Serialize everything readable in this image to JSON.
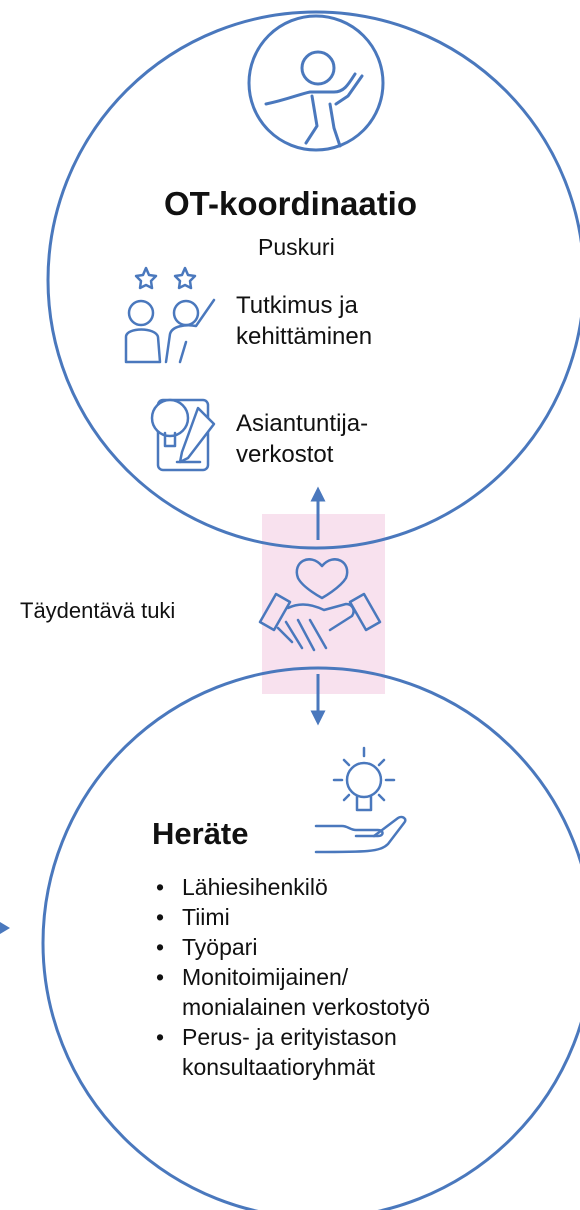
{
  "colors": {
    "circle_stroke": "#4a78bd",
    "icon_stroke": "#4a78bd",
    "connector_band": "#f8e1ee",
    "text": "#111111"
  },
  "top_circle": {
    "icon": "person-waving-icon",
    "title": "OT-koordinaatio",
    "subtitle": "Puskuri",
    "items": [
      {
        "icon": "team-stars-icon",
        "line1": "Tutkimus ja",
        "line2": "kehittäminen"
      },
      {
        "icon": "idea-tablet-icon",
        "line1": "Asiantuntija-",
        "line2": "verkostot"
      }
    ]
  },
  "connector": {
    "icon": "handshake-heart-icon",
    "label": "Täydentävä tuki"
  },
  "bottom_circle": {
    "icon": "lightbulb-hand-icon",
    "title": "Heräte",
    "bullets": [
      {
        "line1": "Lähiesihenkilö"
      },
      {
        "line1": "Tiimi"
      },
      {
        "line1": "Työpari"
      },
      {
        "line1": "Monitoimijainen/",
        "line2": "monialainen verkostotyö"
      },
      {
        "line1": "Perus- ja erityistason",
        "line2": "konsultaatioryhmät"
      }
    ]
  }
}
